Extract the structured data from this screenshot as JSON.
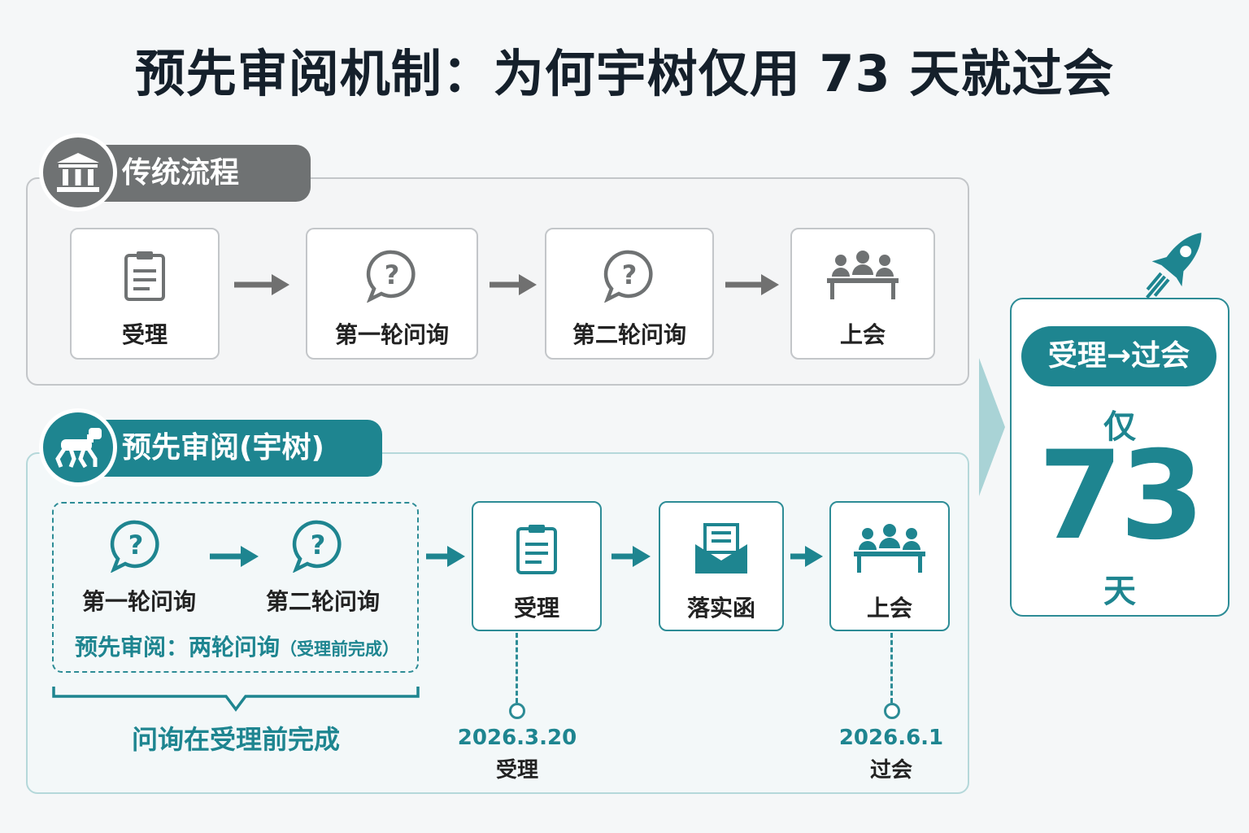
{
  "title": "预先审阅机制：为何宇树仅用 73 天就过会",
  "traditional": {
    "header": "传统流程",
    "steps": [
      "受理",
      "第一轮问询",
      "第二轮问询",
      "上会"
    ]
  },
  "pre_review": {
    "header": "预先审阅(宇树)",
    "inner_steps": [
      "第一轮问询",
      "第二轮问询"
    ],
    "inner_note_main": "预先审阅：两轮问询",
    "inner_note_paren": "（受理前完成）",
    "brace_label": "问询在受理前完成",
    "steps": [
      "受理",
      "落实函",
      "上会"
    ],
    "milestones": [
      {
        "date": "2026.3.20",
        "label": "受理"
      },
      {
        "date": "2026.6.1",
        "label": "过会"
      }
    ]
  },
  "result": {
    "pill": "受理→过会",
    "prefix": "仅",
    "number": "73",
    "unit": "天"
  },
  "colors": {
    "teal": "#1e8590",
    "gray": "#6f7273",
    "arrow_gray": "#707070"
  },
  "icons": [
    "bank-icon",
    "robot-dog-icon",
    "clipboard-icon",
    "question-bubble-icon",
    "meeting-icon",
    "envelope-icon",
    "rocket-icon"
  ]
}
